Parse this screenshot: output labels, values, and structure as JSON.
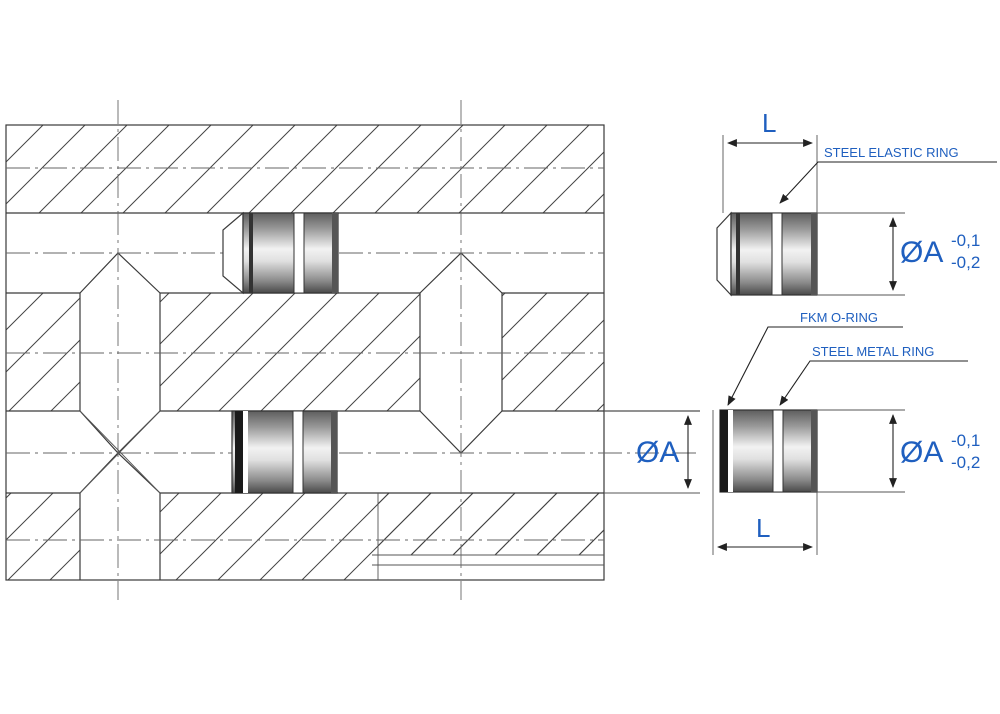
{
  "colors": {
    "annotation": "#1f5fbf",
    "line": "#3a3a3a",
    "plug_dark": "#5e5e5e",
    "plug_light": "#e6e6e6",
    "oring": "#1a1a1a"
  },
  "labels": {
    "length_top": "L",
    "length_bottom": "L",
    "steel_elastic_ring": "STEEL ELASTIC RING",
    "fkm_oring": "FKM O-RING",
    "steel_metal_ring": "STEEL METAL RING",
    "diameter_block": "ØA",
    "diameter_top": "ØA",
    "diameter_bottom": "ØA",
    "tol_upper_top": "-0,1",
    "tol_lower_top": "-0,2",
    "tol_upper_bottom": "-0,1",
    "tol_lower_bottom": "-0,2"
  }
}
